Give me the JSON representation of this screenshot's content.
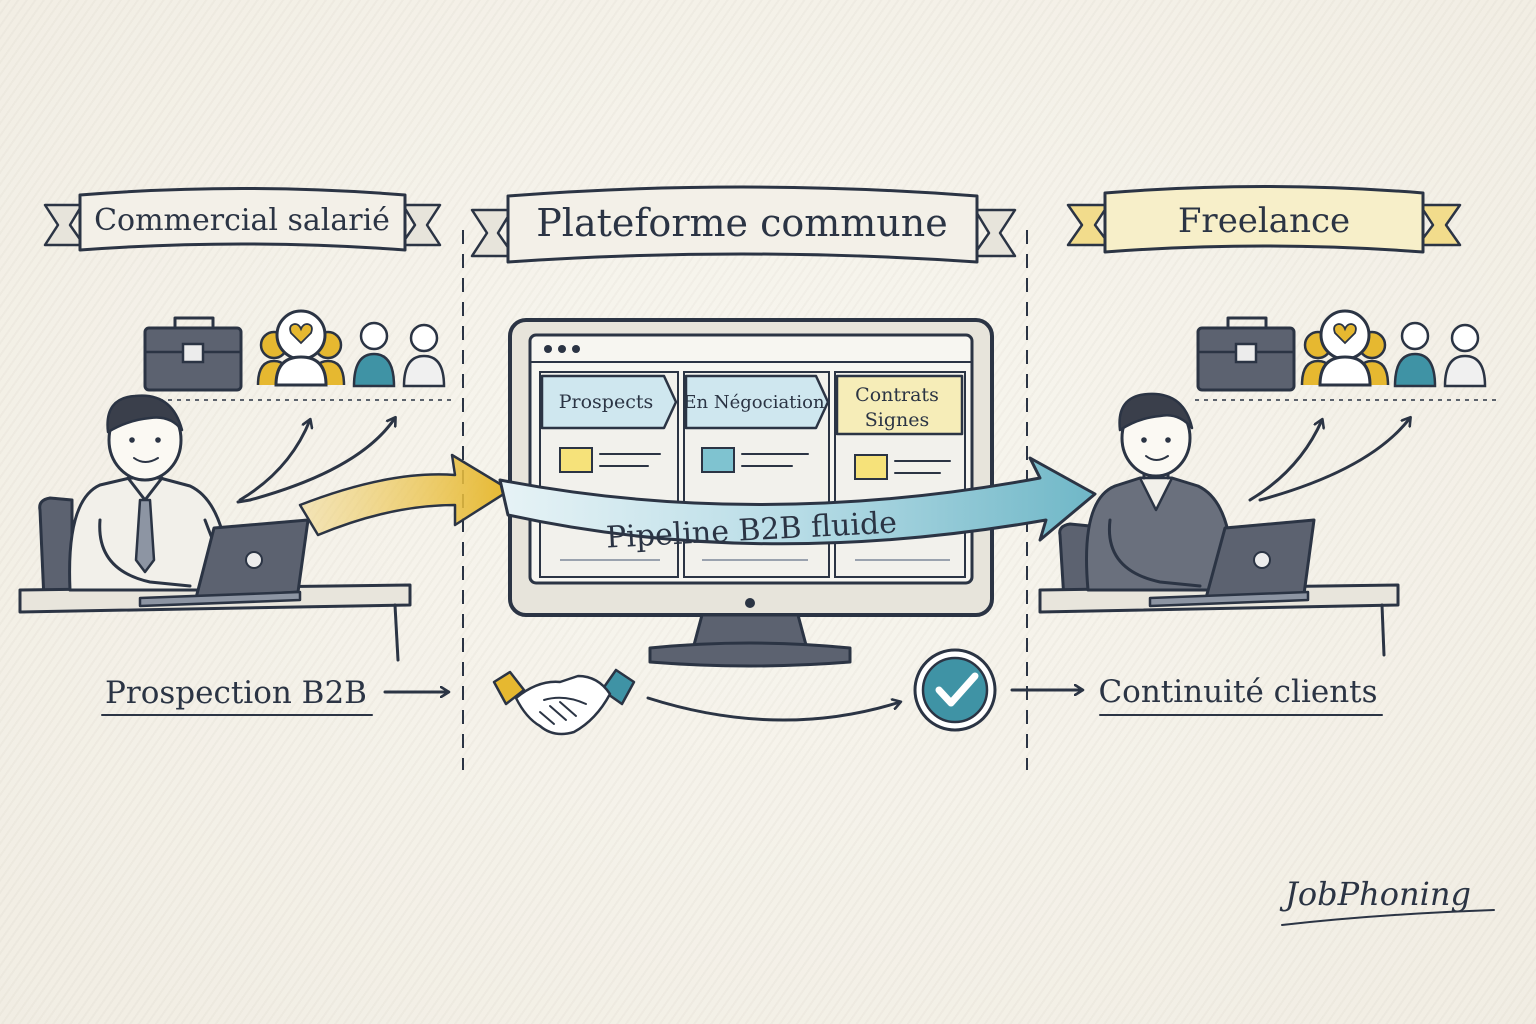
{
  "columns": {
    "left": {
      "title": "Commercial salarié",
      "caption": "Prospection B2B"
    },
    "center": {
      "title": "Plateforme commune"
    },
    "right": {
      "title": "Freelance",
      "caption": "Continuité clients"
    }
  },
  "pipeline": {
    "stages": [
      "Prospects",
      "En Négociation",
      "Contrats",
      "Signes"
    ],
    "label": "Pipeline B2B fluide"
  },
  "brand": "JobPhoning",
  "colors": {
    "ink": "#2b3444",
    "accent_yellow": "#e6b830",
    "accent_teal": "#3f93a5",
    "light_blue": "#cfe7ef",
    "light_yellow": "#f6edb8"
  }
}
